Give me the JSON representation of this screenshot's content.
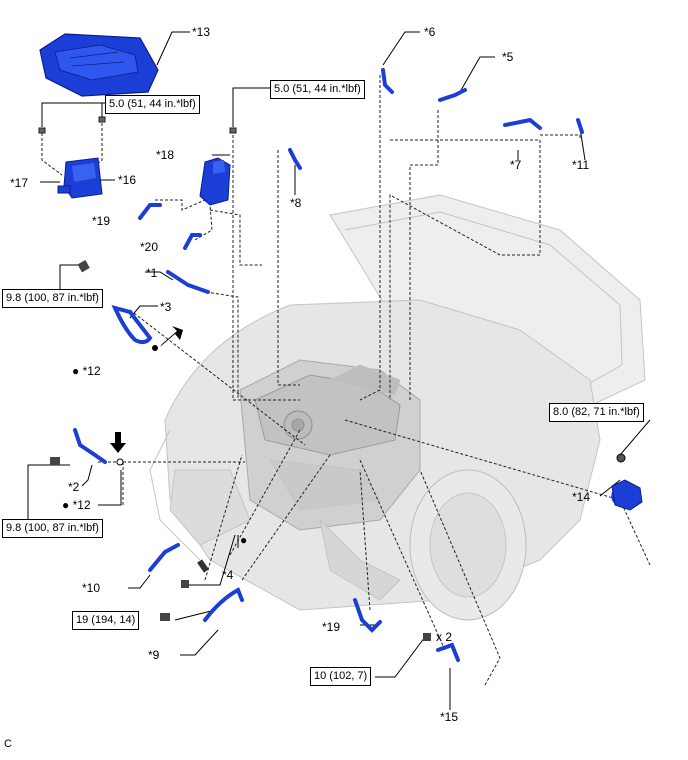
{
  "diagram": {
    "callouts": [
      "*1",
      "*2",
      "*3",
      "*4",
      "*5",
      "*6",
      "*7",
      "*8",
      "*9",
      "*10",
      "*11",
      "*12",
      "*12",
      "*13",
      "*14",
      "*15",
      "*16",
      "*17",
      "*18",
      "*19",
      "*19",
      "*20"
    ],
    "torque_specs": [
      "5.0 (51, 44 in.*lbf)",
      "5.0 (51, 44 in.*lbf)",
      "9.8 (100, 87 in.*lbf)",
      "9.8 (100, 87 in.*lbf)",
      "8.0 (82, 71 in.*lbf)",
      "19 (194, 14)",
      "10 (102, 7)"
    ],
    "multiplier": "x 2",
    "bullet": "●",
    "figure_code": "C"
  },
  "colors": {
    "part_blue": "#1b3fd6",
    "part_dark": "#0b1f8a",
    "engine_gray": "#c8c8c8",
    "line": "#000000"
  }
}
